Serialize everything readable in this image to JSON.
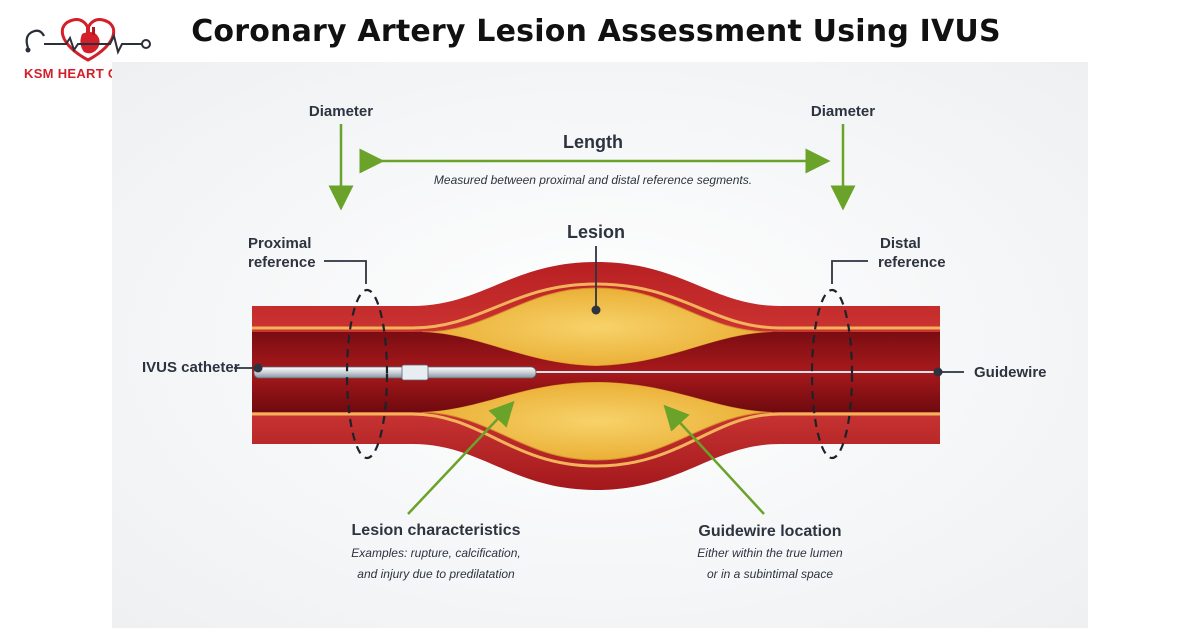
{
  "header": {
    "title": "Coronary Artery Lesion Assessment Using IVUS",
    "clinic_name": "KSM HEART CLINIC"
  },
  "colors": {
    "artery_red": "#c42a2a",
    "plaque_yellow": "#f2c14a",
    "arrow_green": "#6aa22a",
    "label_dark": "#2d3440"
  },
  "diagram": {
    "diameter_left": "Diameter",
    "diameter_right": "Diameter",
    "length_label": "Length",
    "length_note": "Measured between proximal and distal reference segments.",
    "lesion_label": "Lesion",
    "proximal_line1": "Proximal",
    "proximal_line2": "reference",
    "distal_line1": "Distal",
    "distal_line2": "reference",
    "ivus_catheter": "IVUS catheter",
    "guidewire": "Guidewire",
    "lesion_characteristics": {
      "title": "Lesion characteristics",
      "line1": "Examples: rupture, calcification,",
      "line2": "and injury due to predilatation"
    },
    "guidewire_location": {
      "title": "Guidewire location",
      "line1": "Either within the true lumen",
      "line2": "or in a subintimal space"
    }
  }
}
